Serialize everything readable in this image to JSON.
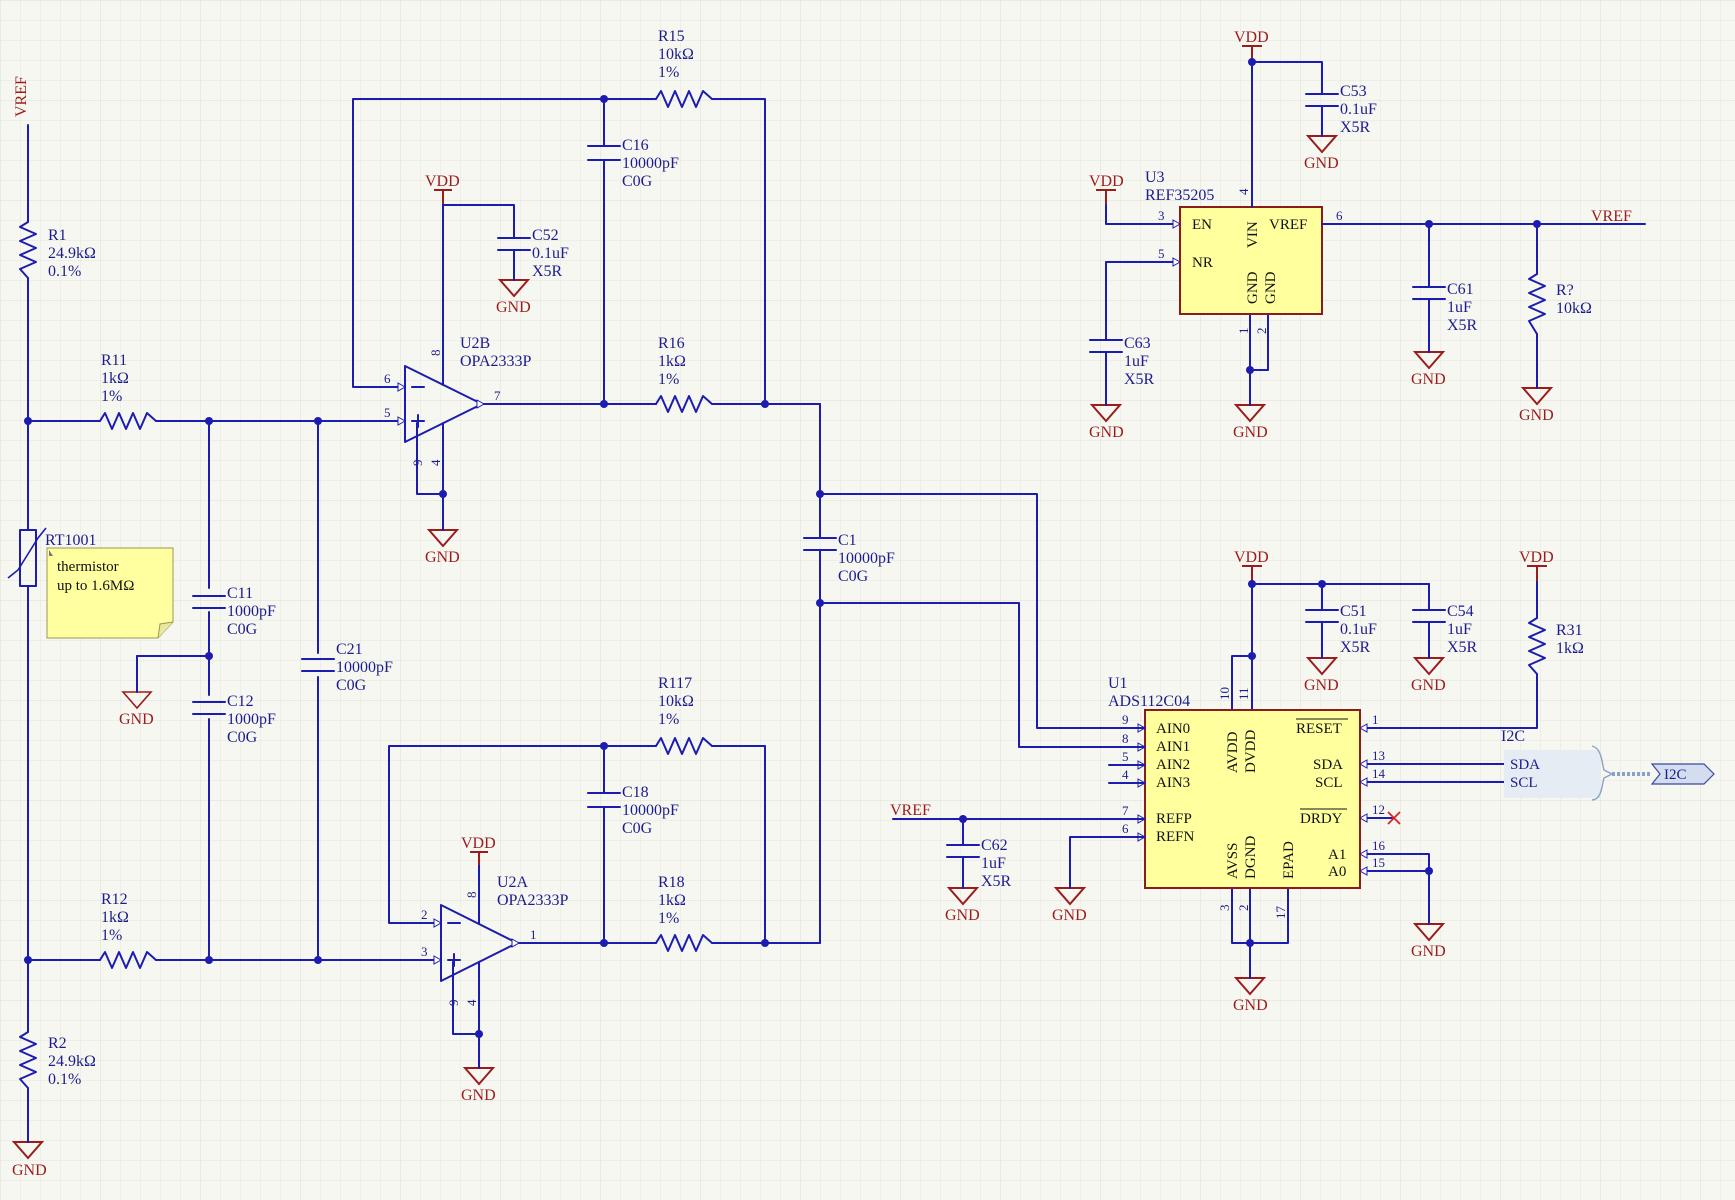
{
  "refs": {
    "vref_top": "VREF",
    "vref_u3": "VREF",
    "vref_adc": "VREF",
    "vdd_u2b": "VDD",
    "vdd_u2a": "VDD",
    "vdd_u3": "VDD",
    "vdd_top": "VDD",
    "vdd_adc": "VDD",
    "vdd_r31": "VDD",
    "gnd": "GND"
  },
  "components": {
    "R1": {
      "ref": "R1",
      "value": "24.9kΩ",
      "tol": "0.1%"
    },
    "R2": {
      "ref": "R2",
      "value": "24.9kΩ",
      "tol": "0.1%"
    },
    "R11": {
      "ref": "R11",
      "value": "1kΩ",
      "tol": "1%"
    },
    "R12": {
      "ref": "R12",
      "value": "1kΩ",
      "tol": "1%"
    },
    "R15": {
      "ref": "R15",
      "value": "10kΩ",
      "tol": "1%"
    },
    "R16": {
      "ref": "R16",
      "value": "1kΩ",
      "tol": "1%"
    },
    "R117": {
      "ref": "R117",
      "value": "10kΩ",
      "tol": "1%"
    },
    "R18": {
      "ref": "R18",
      "value": "1kΩ",
      "tol": "1%"
    },
    "R31": {
      "ref": "R31",
      "value": "1kΩ"
    },
    "Rq": {
      "ref": "R?",
      "value": "10kΩ"
    },
    "RT1001": {
      "ref": "RT1001"
    },
    "C1": {
      "ref": "C1",
      "value": "10000pF",
      "type": "C0G"
    },
    "C11": {
      "ref": "C11",
      "value": "1000pF",
      "type": "C0G"
    },
    "C12": {
      "ref": "C12",
      "value": "1000pF",
      "type": "C0G"
    },
    "C16": {
      "ref": "C16",
      "value": "10000pF",
      "type": "C0G"
    },
    "C18": {
      "ref": "C18",
      "value": "10000pF",
      "type": "C0G"
    },
    "C21": {
      "ref": "C21",
      "value": "10000pF",
      "type": "C0G"
    },
    "C51": {
      "ref": "C51",
      "value": "0.1uF",
      "type": "X5R"
    },
    "C52": {
      "ref": "C52",
      "value": "0.1uF",
      "type": "X5R"
    },
    "C53": {
      "ref": "C53",
      "value": "0.1uF",
      "type": "X5R"
    },
    "C54": {
      "ref": "C54",
      "value": "1uF",
      "type": "X5R"
    },
    "C61": {
      "ref": "C61",
      "value": "1uF",
      "type": "X5R"
    },
    "C62": {
      "ref": "C62",
      "value": "1uF",
      "type": "X5R"
    },
    "C63": {
      "ref": "C63",
      "value": "1uF",
      "type": "X5R"
    },
    "U2B": {
      "ref": "U2B",
      "part": "OPA2333P"
    },
    "U2A": {
      "ref": "U2A",
      "part": "OPA2333P"
    },
    "U3": {
      "ref": "U3",
      "part": "REF35205"
    },
    "U1": {
      "ref": "U1",
      "part": "ADS112C04"
    }
  },
  "note": {
    "line1": "thermistor",
    "line2": "up to 1.6MΩ"
  },
  "u3_pins": {
    "en": "EN",
    "nr": "NR",
    "vin": "VIN",
    "vref": "VREF",
    "gnd1": "GND",
    "gnd2": "GND"
  },
  "u1_pins": {
    "ain0": "AIN0",
    "ain1": "AIN1",
    "ain2": "AIN2",
    "ain3": "AIN3",
    "refp": "REFP",
    "refn": "REFN",
    "avdd": "AVDD",
    "dvdd": "DVDD",
    "avss": "AVSS",
    "dgnd": "DGND",
    "epad": "EPAD",
    "reset": "RESET",
    "sda": "SDA",
    "scl": "SCL",
    "drdy": "DRDY",
    "a1": "A1",
    "a0": "A0"
  },
  "pin_numbers": {
    "u2b_inv": "6",
    "u2b_noninv": "5",
    "u2b_out": "7",
    "u2b_vp": "8",
    "u2b_gnd_a": "9",
    "u2b_gnd_b": "4",
    "u2a_inv": "2",
    "u2a_noninv": "3",
    "u2a_out": "1",
    "u2a_vp": "8",
    "u2a_gnd_a": "9",
    "u2a_gnd_b": "4",
    "u3_en": "3",
    "u3_nr": "5",
    "u3_vin": "4",
    "u3_vref": "6",
    "u3_gnd1": "1",
    "u3_gnd2": "2",
    "u1_ain0": "9",
    "u1_ain1": "8",
    "u1_ain2": "5",
    "u1_ain3": "4",
    "u1_refp": "7",
    "u1_refn": "6",
    "u1_avdd": "10",
    "u1_dvdd": "11",
    "u1_avss": "3",
    "u1_dgnd": "2",
    "u1_epad": "17",
    "u1_reset": "1",
    "u1_sda": "13",
    "u1_scl": "14",
    "u1_drdy": "12",
    "u1_a1": "16",
    "u1_a0": "15"
  },
  "bus": {
    "label": "I2C",
    "port": "I2C",
    "sda": "SDA",
    "scl": "SCL"
  }
}
